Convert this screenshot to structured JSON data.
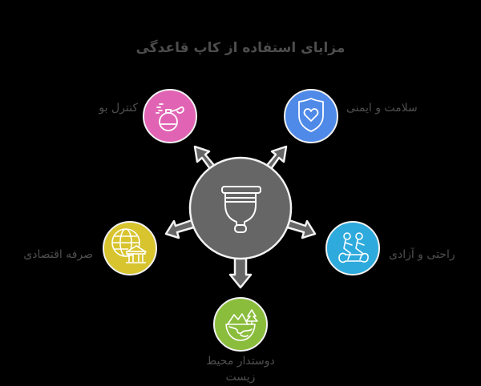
{
  "title": "مزایای استفاده از کاپ قاعدگی",
  "center": {
    "icon": "menstrual-cup-icon",
    "color": "#666666"
  },
  "nodes": [
    {
      "id": "odor",
      "label": "کنترل بو",
      "icon": "perfume-bottle-icon",
      "color": "#e164b4"
    },
    {
      "id": "health",
      "label": "سلامت و ایمنی",
      "icon": "shield-heart-icon",
      "color": "#4f8ae8"
    },
    {
      "id": "economy",
      "label": "صرفه اقتصادی",
      "icon": "globe-bank-icon",
      "color": "#d8c42e"
    },
    {
      "id": "comfort",
      "label": "راحتی و آزادی",
      "icon": "tandem-bike-icon",
      "color": "#2eaadc"
    },
    {
      "id": "eco",
      "label_line1": "دوستدار محیط",
      "label_line2": "زیست",
      "icon": "landscape-tree-icon",
      "color": "#8bbd3c"
    }
  ]
}
